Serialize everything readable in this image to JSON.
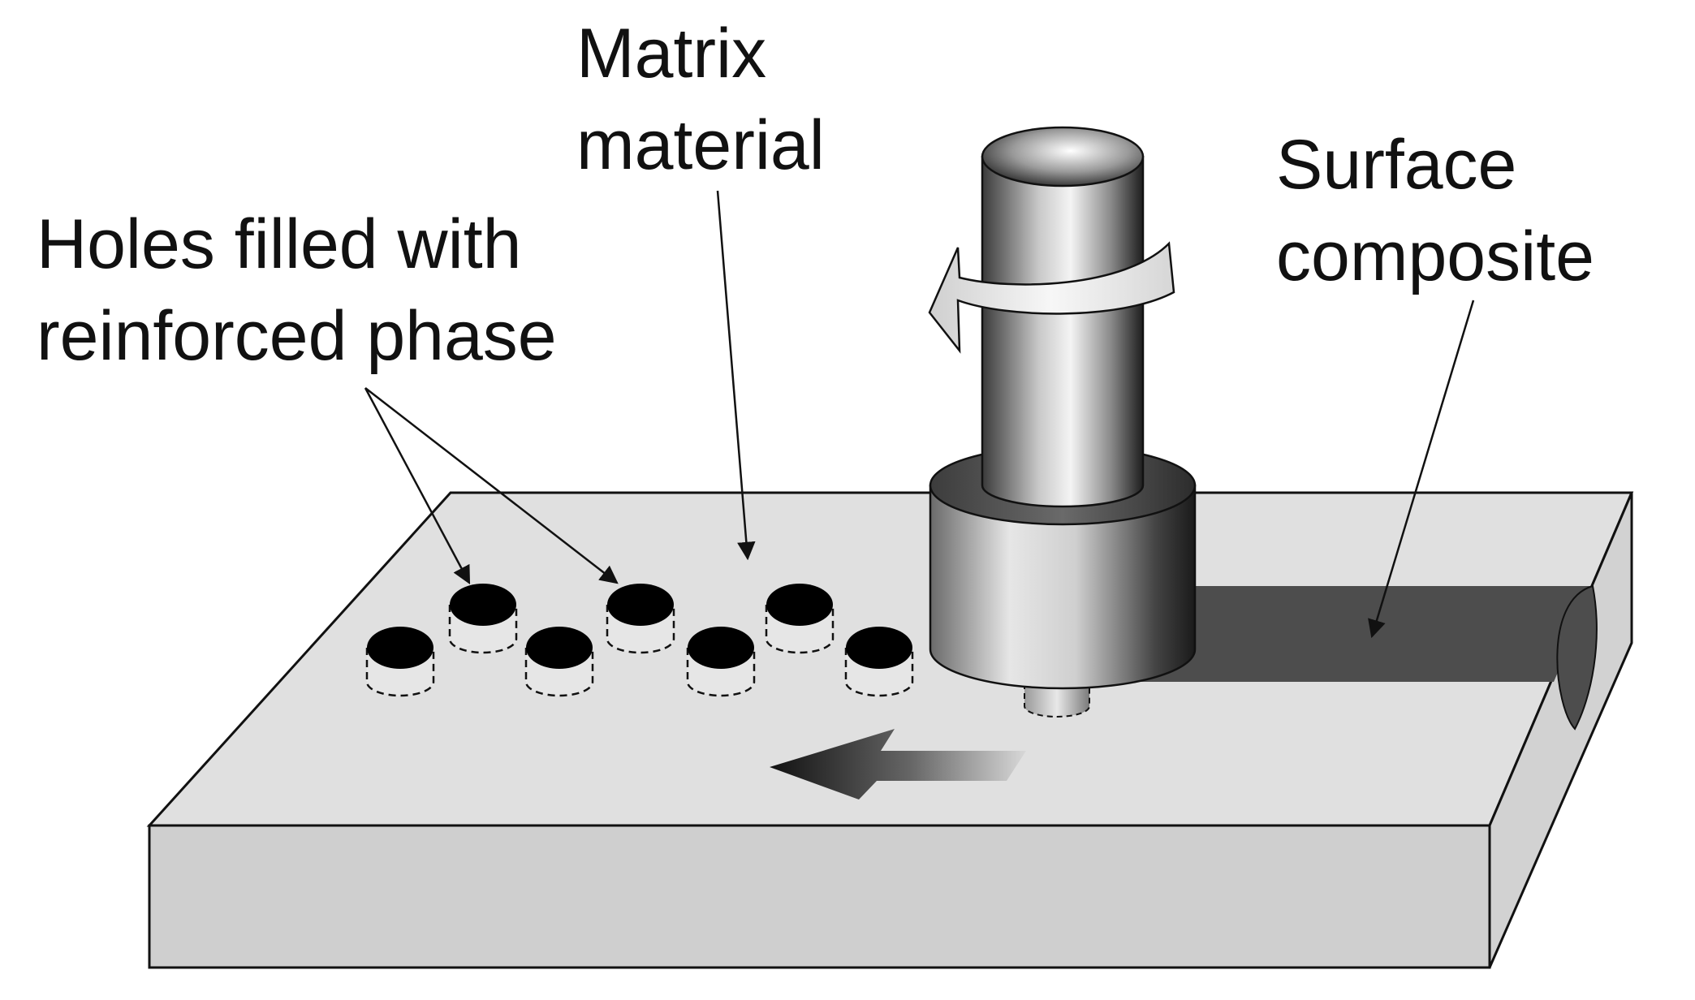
{
  "labels": {
    "matrix_line1": "Matrix",
    "matrix_line2": "material",
    "holes_line1": "Holes filled with",
    "holes_line2": "reinforced phase",
    "surface_line1": "Surface",
    "surface_line2": "composite"
  },
  "colors": {
    "plate_top": "#e0e0e0",
    "plate_front": "#cfcfcf",
    "plate_side": "#d2d2d2",
    "outline": "#111111",
    "hole_fill": "#000000",
    "composite_stripe": "#4d4d4d",
    "tool_dark": "#2a2a2a",
    "tool_light": "#f2f2f2"
  },
  "icons": {
    "rotation": "curved-rotation-arrow-icon",
    "traverse": "left-arrow-icon"
  }
}
